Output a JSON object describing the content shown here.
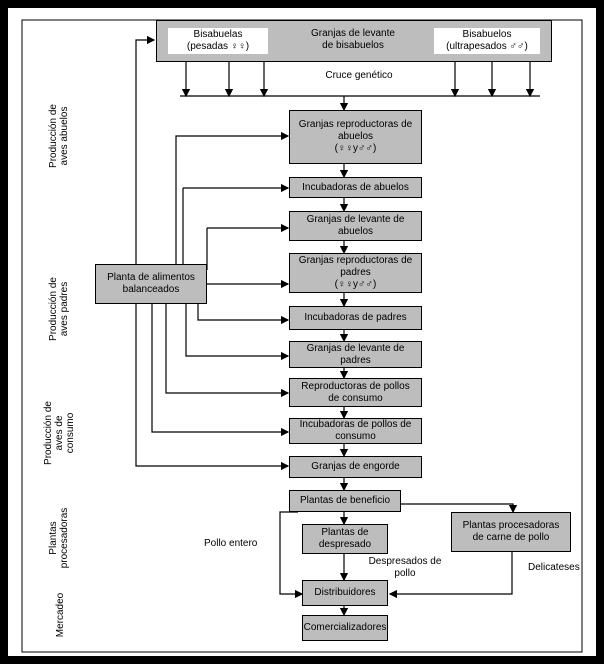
{
  "sections": {
    "produccion_abuelos": [
      "Producción de",
      "aves abuelos"
    ],
    "produccion_padres": [
      "Producción de",
      "aves padres"
    ],
    "produccion_consumo": [
      "Producción de",
      "aves de",
      "consumo"
    ],
    "plantas_procesadoras": [
      "Plantas",
      "procesadoras"
    ],
    "mercadeo": [
      "Mercadeo"
    ]
  },
  "top": {
    "bisabuelas_1": "Bisabuelas",
    "bisabuelas_2": "(pesadas ♀♀)",
    "granjas_levante_1": "Granjas de levante",
    "granjas_levante_2": "de bisabuelos",
    "bisabuelos_1": "Bisabuelos",
    "bisabuelos_2": "(ultrapesados ♂♂)",
    "cruce": "Cruce genético"
  },
  "planta_alimentos": [
    "Planta de alimentos",
    "balanceados"
  ],
  "chain": {
    "rep_abuelos": [
      "Granjas reproductoras de",
      "abuelos",
      "(♀♀y♂♂)"
    ],
    "inc_abuelos": [
      "Incubadoras de abuelos"
    ],
    "lev_abuelos": [
      "Granjas de levante de",
      "abuelos"
    ],
    "rep_padres": [
      "Granjas reproductoras de",
      "padres",
      "(♀♀y♂♂)"
    ],
    "inc_padres": [
      "Incubadoras de padres"
    ],
    "lev_padres": [
      "Granjas de levante de",
      "padres"
    ],
    "rep_pollos": [
      "Reproductoras de pollos",
      "de consumo"
    ],
    "inc_pollos": [
      "Incubadoras de pollos de",
      "consumo"
    ],
    "engorde": [
      "Granjas de engorde"
    ],
    "beneficio": [
      "Plantas de beneficio"
    ],
    "despresado": [
      "Plantas de",
      "despresado"
    ],
    "procesadoras": [
      "Plantas procesadoras",
      "de carne de pollo"
    ],
    "distribuidores": [
      "Distribuidores"
    ],
    "comercializadores": [
      "Comercializadores"
    ]
  },
  "labels": {
    "pollo_entero": "Pollo entero",
    "despresados_1": "Despresados de",
    "despresados_2": "pollo",
    "delicateses": "Delicateses"
  }
}
